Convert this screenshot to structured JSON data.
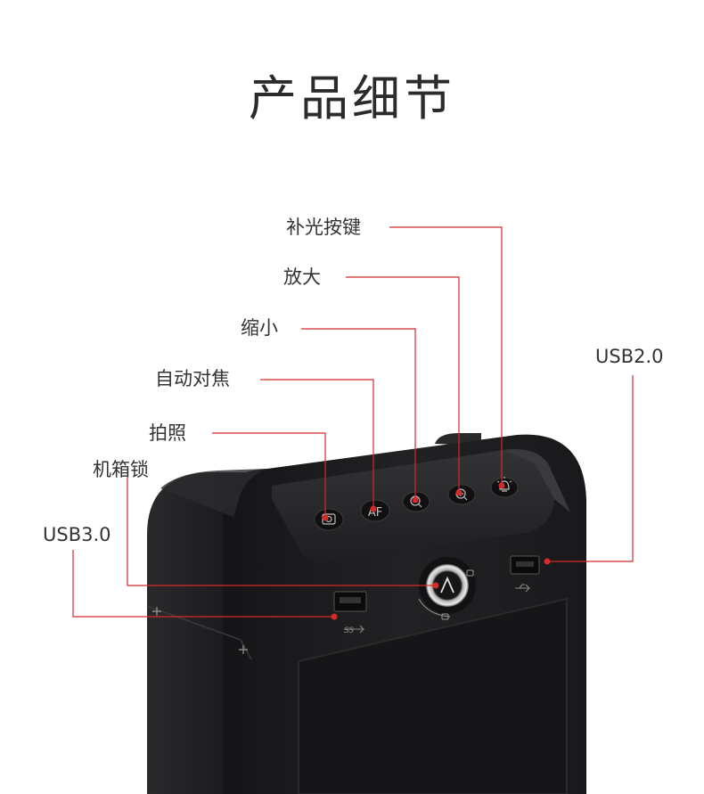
{
  "title": "产品细节",
  "callouts": {
    "fill_light": "补光按键",
    "zoom_in": "放大",
    "zoom_out": "缩小",
    "autofocus": "自动对焦",
    "capture": "拍照",
    "case_lock": "机箱锁",
    "usb3": "USB3.0",
    "usb2": "USB2.0"
  },
  "button_marks": {
    "af": "AF"
  },
  "colors": {
    "leader_line": "#d42a2a",
    "device_body": "#1b1b1d",
    "panel": "#2a2a2c",
    "title_text": "#2b2b2b"
  }
}
